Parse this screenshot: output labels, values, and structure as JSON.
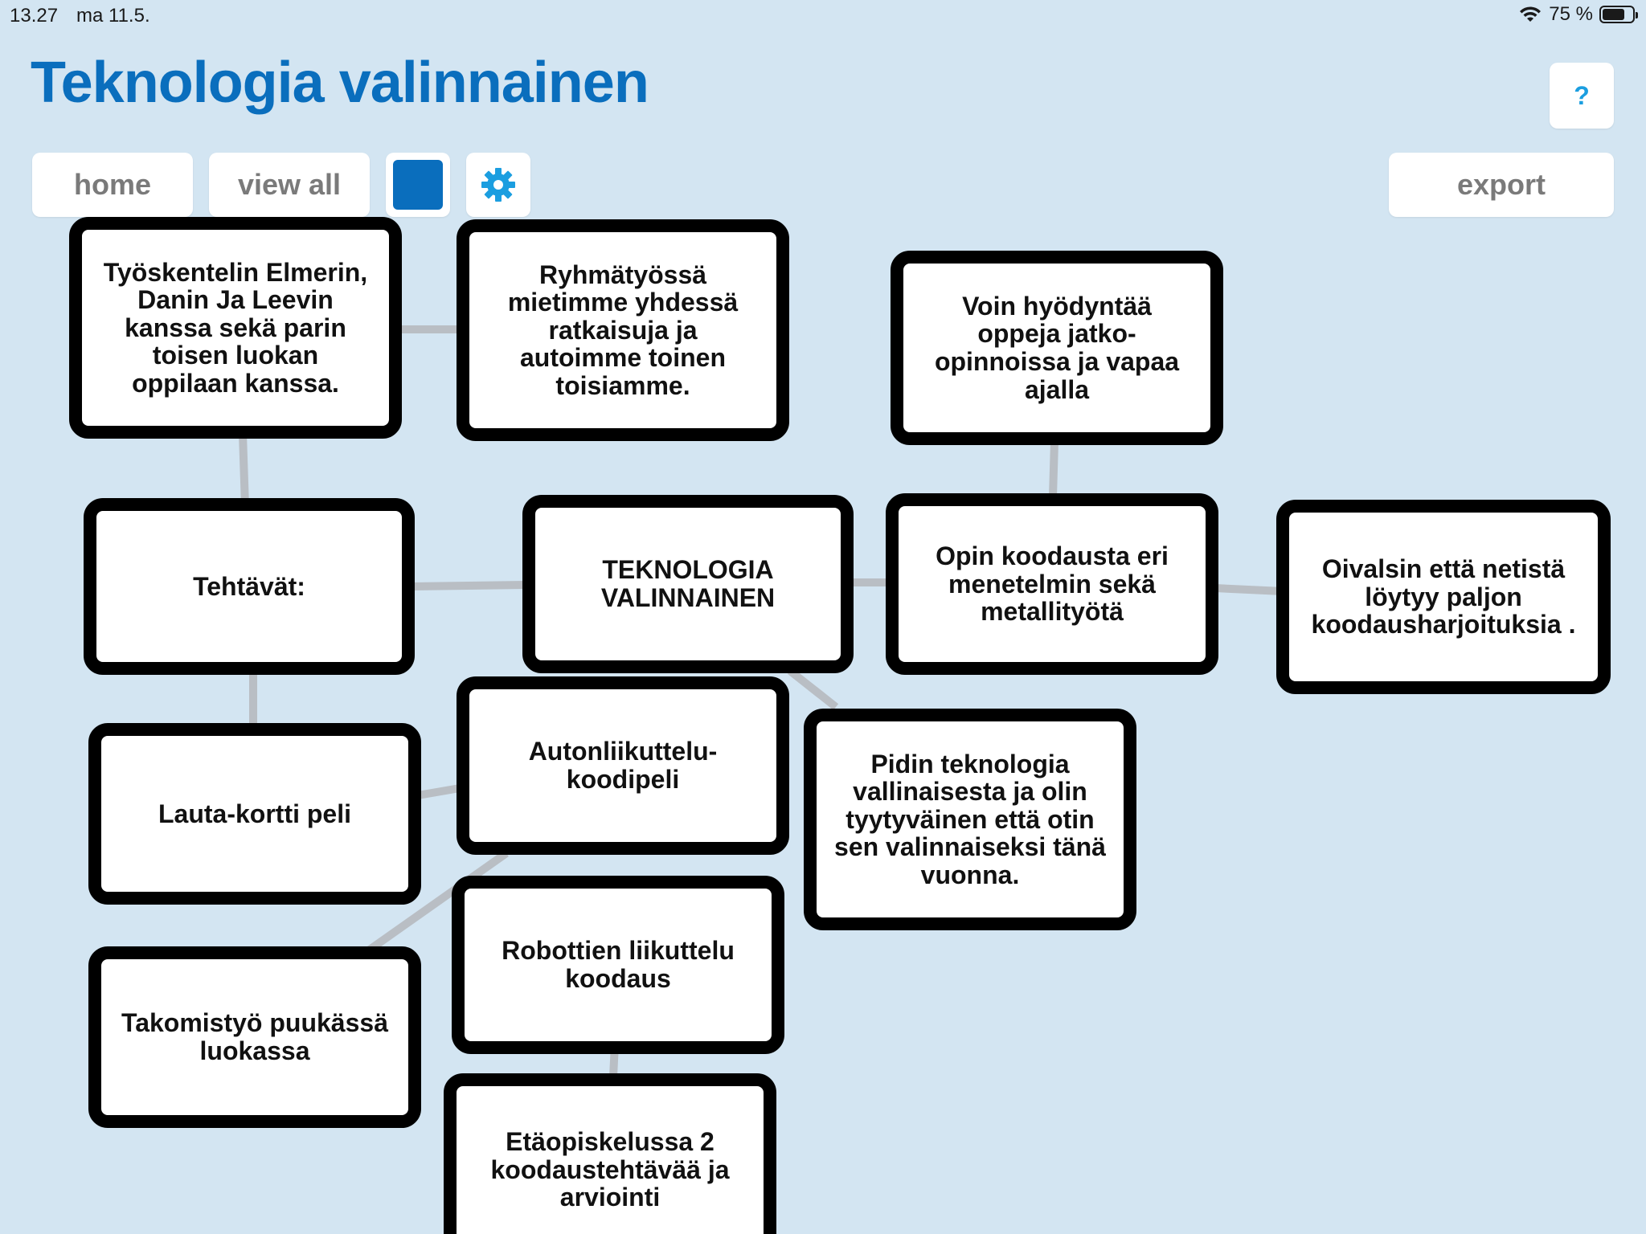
{
  "status_bar": {
    "time": "13.27",
    "date": "ma 11.5.",
    "battery": "75 %",
    "battery_level": 0.75
  },
  "title": "Teknologia valinnainen",
  "toolbar": {
    "home_label": "home",
    "view_all_label": "view all",
    "export_label": "export",
    "help_label": "?",
    "selected_color": "#0a6ebd",
    "settings_icon": "gear-icon"
  },
  "colors": {
    "background": "#d3e5f2",
    "accent": "#0a6ebd",
    "node_border": "#000000",
    "connector": "#b9bec4"
  },
  "nodes": [
    {
      "id": "center",
      "text": "TEKNOLOGIA VALINNAINEN"
    },
    {
      "id": "tehtavat",
      "text": "Tehtävät:"
    },
    {
      "id": "tyoskentelin",
      "text": "Työskentelin Elmerin, Danin Ja Leevin kanssa sekä parin toisen luokan oppilaan kanssa."
    },
    {
      "id": "ryhmatyossa",
      "text": "Ryhmätyössä mietimme yhdessä ratkaisuja ja autoimme toinen toisiamme."
    },
    {
      "id": "voin",
      "text": "Voin hyödyntää oppeja jatko-opinnoissa ja vapaa ajalla"
    },
    {
      "id": "opin",
      "text": "Opin koodausta eri menetelmin sekä metallityötä"
    },
    {
      "id": "oivalsin",
      "text": "Oivalsin että netistä löytyy paljon koodausharjoituksia ."
    },
    {
      "id": "pidin",
      "text": "Pidin teknologia vallinaisesta ja olin tyytyväinen että otin sen valinnaiseksi tänä vuonna."
    },
    {
      "id": "lauta",
      "text": "Lauta-kortti peli"
    },
    {
      "id": "auton",
      "text": "Autonliikuttelu-koodipeli"
    },
    {
      "id": "takomis",
      "text": "Takomistyö puukässä luokassa"
    },
    {
      "id": "robottien",
      "text": "Robottien liikuttelu koodaus"
    },
    {
      "id": "etaopiskelu",
      "text": "Etäopiskelussa 2 koodaustehtävää ja arviointi"
    }
  ]
}
